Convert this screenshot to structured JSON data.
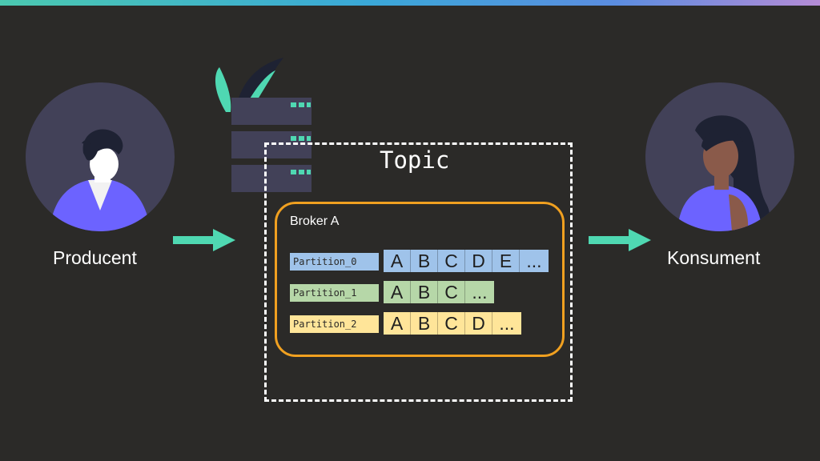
{
  "producer": {
    "label": "Producent"
  },
  "consumer": {
    "label": "Konsument"
  },
  "topic": {
    "title": "Topic"
  },
  "broker": {
    "title": "Broker A"
  },
  "partitions": [
    {
      "label": "Partition_0",
      "color": "#9fc3ea",
      "cells": [
        "A",
        "B",
        "C",
        "D",
        "E",
        "..."
      ]
    },
    {
      "label": "Partition_1",
      "color": "#b6d7a8",
      "cells": [
        "A",
        "B",
        "C",
        "..."
      ]
    },
    {
      "label": "Partition_2",
      "color": "#ffe599",
      "cells": [
        "A",
        "B",
        "C",
        "D",
        "..."
      ]
    }
  ],
  "colors": {
    "background": "#2b2a28",
    "arrow": "#4fd8b2",
    "broker_border": "#f0a020",
    "accent_purple": "#6c63ff"
  }
}
